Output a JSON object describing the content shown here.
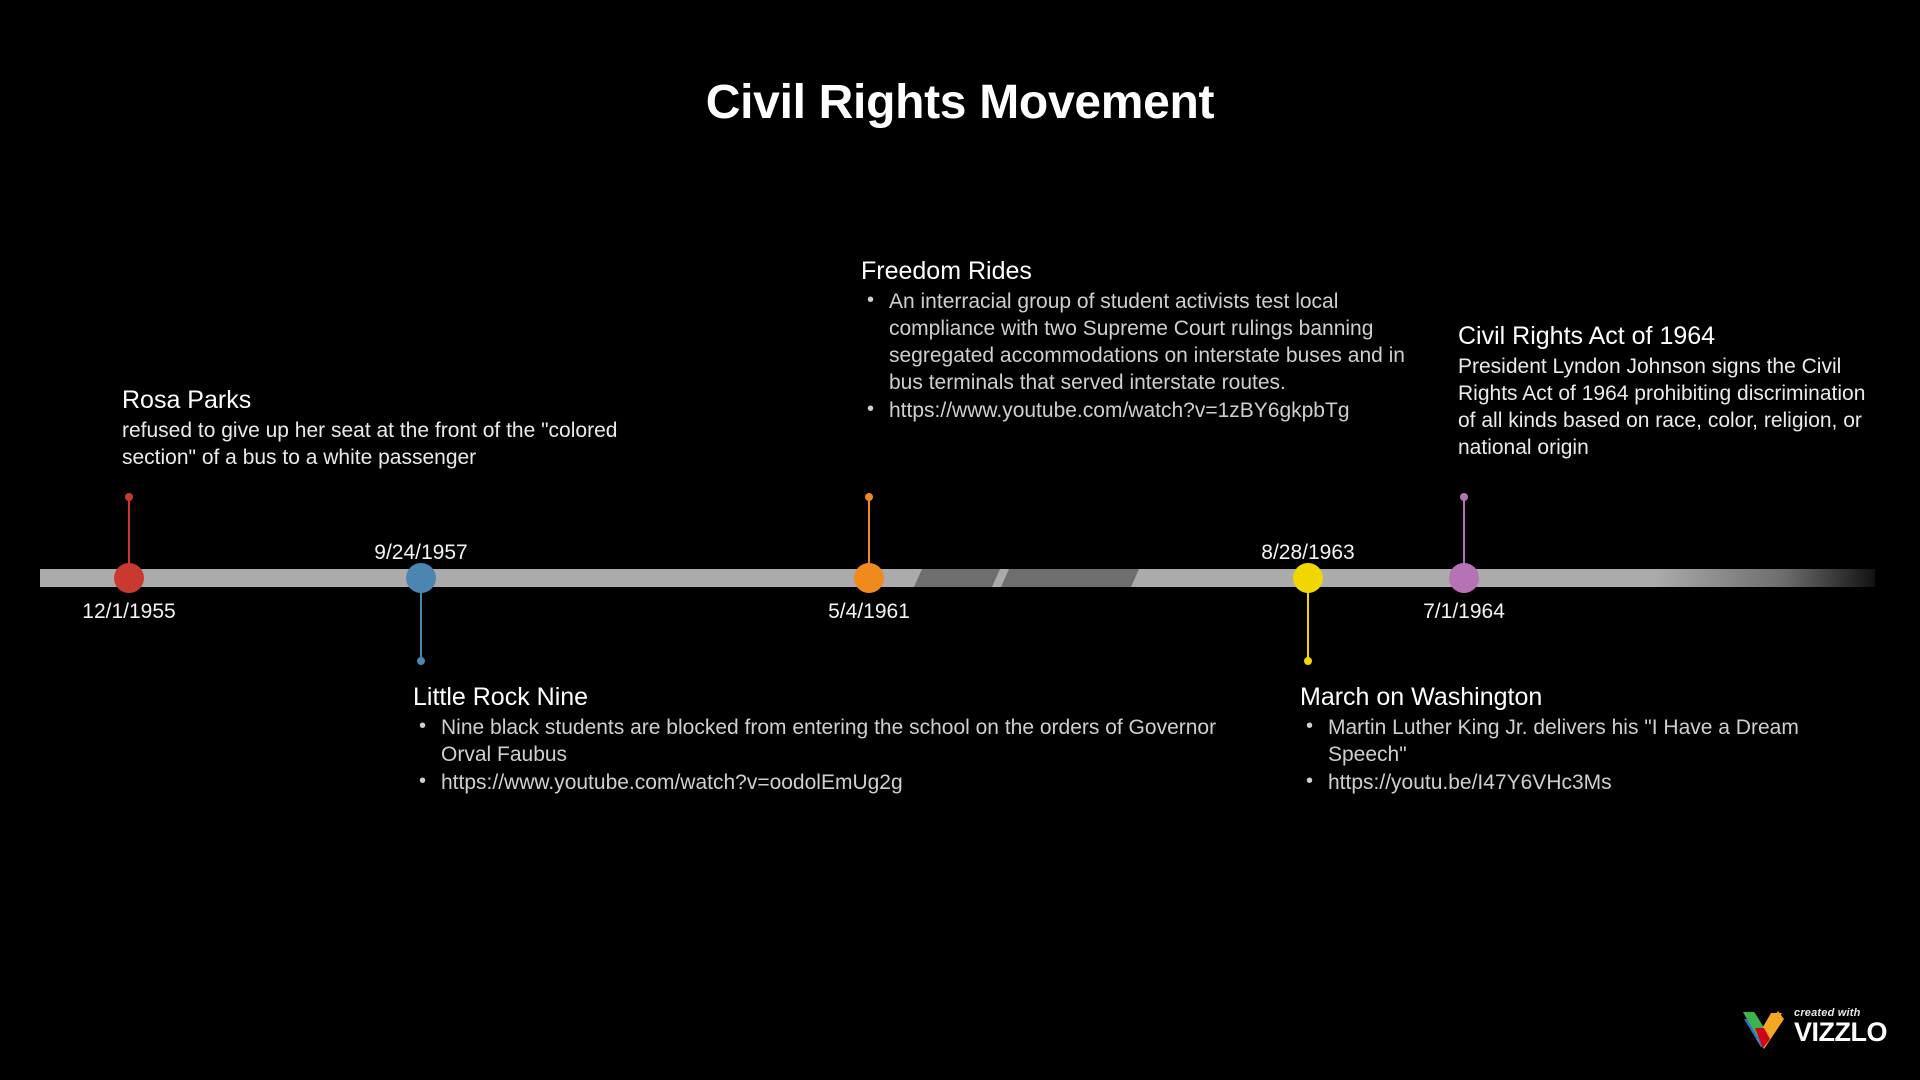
{
  "title": "Civil Rights Movement",
  "axis": {
    "break_marker": "axis-break-notch",
    "bar_color": "#ababab"
  },
  "events": [
    {
      "id": "rosa-parks",
      "heading": "Rosa Parks",
      "description": "refused to give up her seat at the front of the \"colored section\" of a bus to a white passenger",
      "date": "12/1/1955",
      "color": "#c9392f",
      "date_position": "below",
      "text_position": "above"
    },
    {
      "id": "little-rock-nine",
      "heading": "Little Rock Nine",
      "bullets": [
        "Nine black students are blocked from entering the school on the orders of Governor Orval Faubus",
        "https://www.youtube.com/watch?v=oodolEmUg2g"
      ],
      "date": "9/24/1957",
      "color": "#4a86b0",
      "date_position": "above",
      "text_position": "below"
    },
    {
      "id": "freedom-rides",
      "heading": "Freedom Rides",
      "bullets": [
        "An interracial group of student activists test local compliance with two Supreme Court rulings banning segregated accommodations on interstate buses and in bus terminals that served interstate routes.",
        "https://www.youtube.com/watch?v=1zBY6gkpbTg"
      ],
      "date": "5/4/1961",
      "color": "#f08a1c",
      "date_position": "below",
      "text_position": "above"
    },
    {
      "id": "march-on-washington",
      "heading": "March on Washington",
      "bullets": [
        "Martin Luther King Jr. delivers his \"I Have a Dream Speech\"",
        "https://youtu.be/I47Y6VHc3Ms"
      ],
      "date": "8/28/1963",
      "color": "#f2d600",
      "date_position": "above",
      "text_position": "below"
    },
    {
      "id": "civil-rights-act-1964",
      "heading": "Civil Rights Act of 1964",
      "description": "President Lyndon Johnson signs the Civil Rights Act of 1964 prohibiting discrimination of all kinds based on race, color, religion, or national origin",
      "date": "7/1/1964",
      "color": "#b573b5",
      "date_position": "below",
      "text_position": "above"
    }
  ],
  "logo": {
    "created_with": "created with",
    "brand": "VIZZLO",
    "colors": [
      "#3cb44b",
      "#f5a623",
      "#2f6fd0",
      "#d0021b"
    ]
  }
}
